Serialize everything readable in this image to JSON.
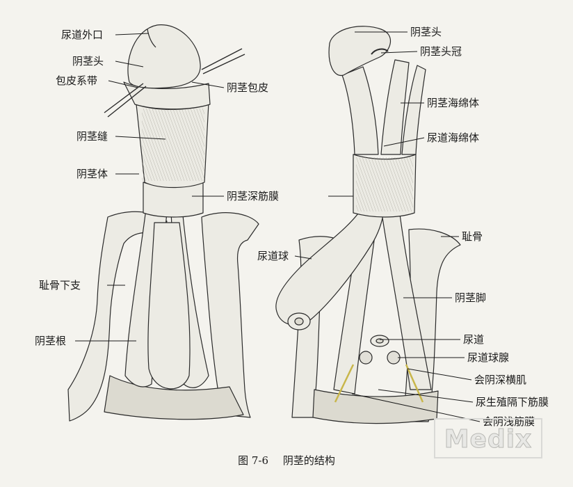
{
  "labels": {
    "urethral_orifice": "尿道外口",
    "glans_left": "阴茎头",
    "frenulum": "包皮系带",
    "prepuce": "阴茎包皮",
    "raphe": "阴茎缝",
    "body": "阴茎体",
    "deep_fascia": "阴茎深筋膜",
    "inferior_pubic_ramus": "耻骨下支",
    "root": "阴茎根",
    "glans_right": "阴茎头",
    "corona": "阴茎头冠",
    "corpus_cavernosum": "阴茎海绵体",
    "corpus_spongiosum": "尿道海绵体",
    "pubis": "耻骨",
    "bulb": "尿道球",
    "crus": "阴茎脚",
    "urethra": "尿道",
    "bulbourethral_gland": "尿道球腺",
    "deep_transverse_perineal": "会阴深横肌",
    "inferior_fascia_ug": "尿生殖隔下筋膜",
    "superficial_perineal_fascia": "会阴浅筋膜"
  },
  "caption": {
    "figure_number": "图 7-6",
    "title": "阴茎的结构"
  },
  "watermark": {
    "text": "Medix"
  }
}
